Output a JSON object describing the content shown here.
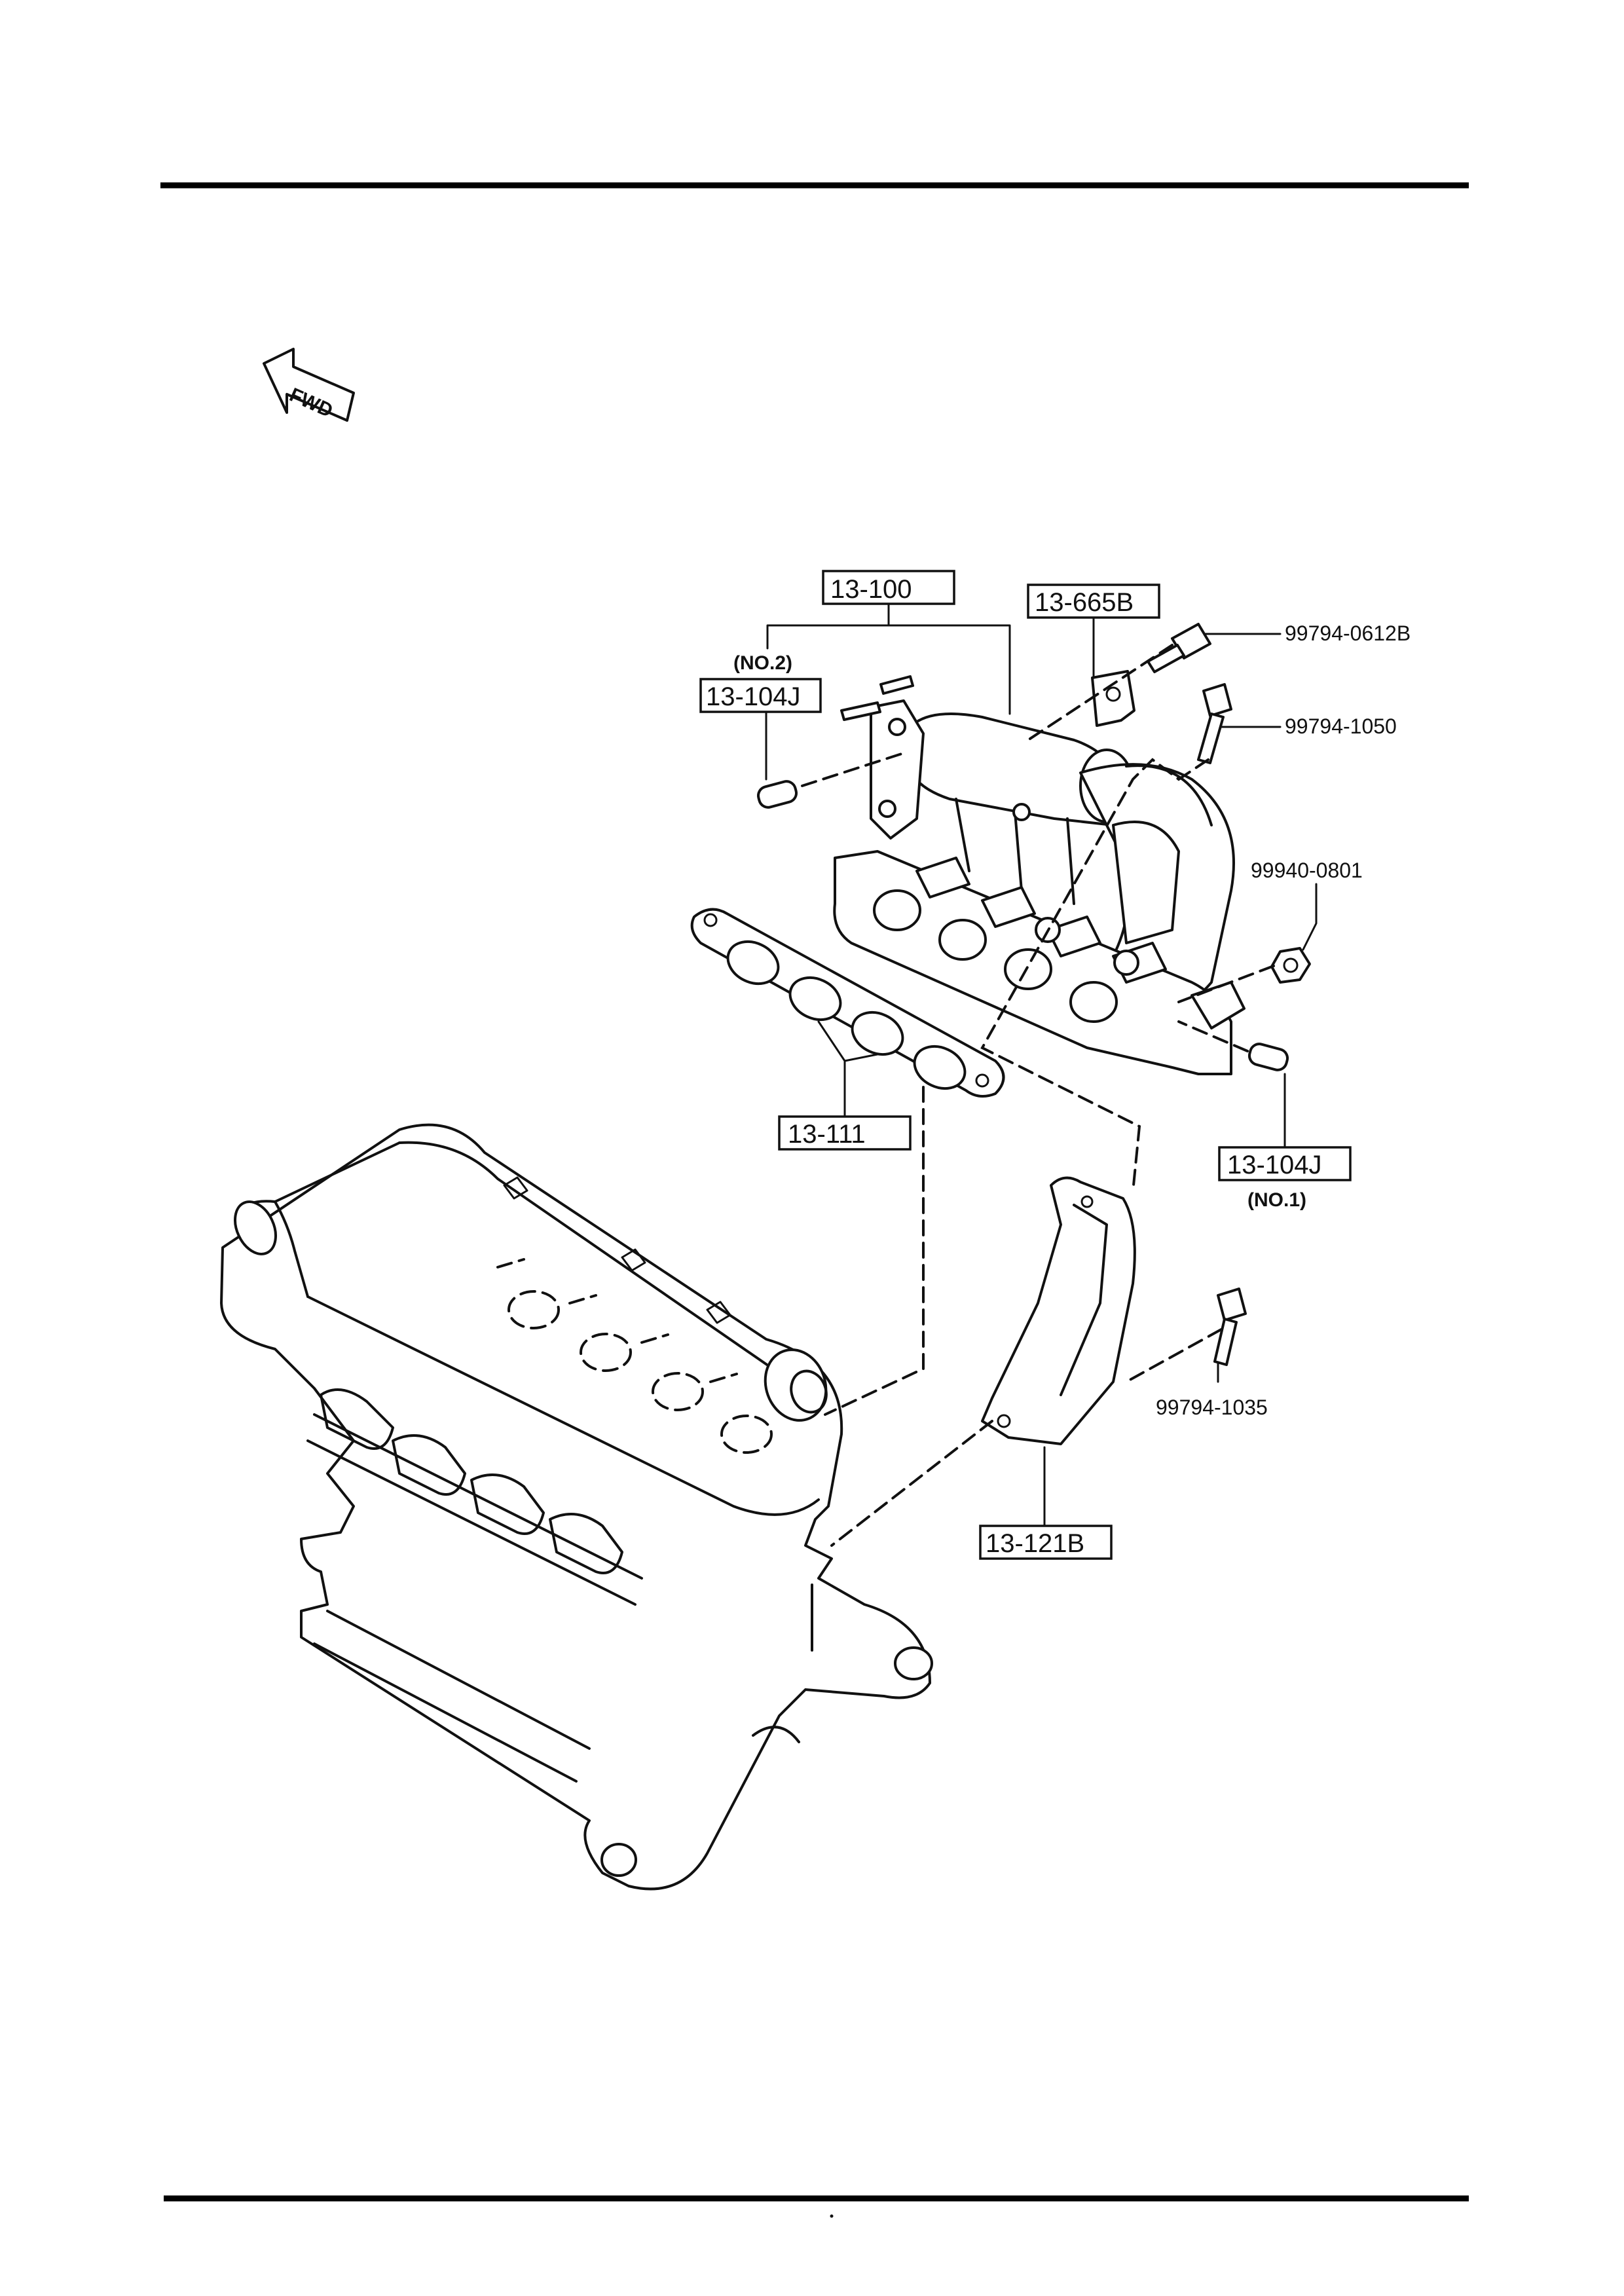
{
  "fwd_arrow": {
    "label": "FWD"
  },
  "callouts": {
    "p13_100": "13-100",
    "p13_665b": "13-665B",
    "p13_104j_top": "13-104J",
    "p13_104j_top_note": "(NO.2)",
    "p13_104j_bottom": "13-104J",
    "p13_104j_bottom_note": "(NO.1)",
    "p13_111": "13-111",
    "p13_121b": "13-121B",
    "b99794_0612b": "99794-0612B",
    "b99794_1050": "99794-1050",
    "n99940_0801": "99940-0801",
    "b99794_1035": "99794-1035"
  }
}
